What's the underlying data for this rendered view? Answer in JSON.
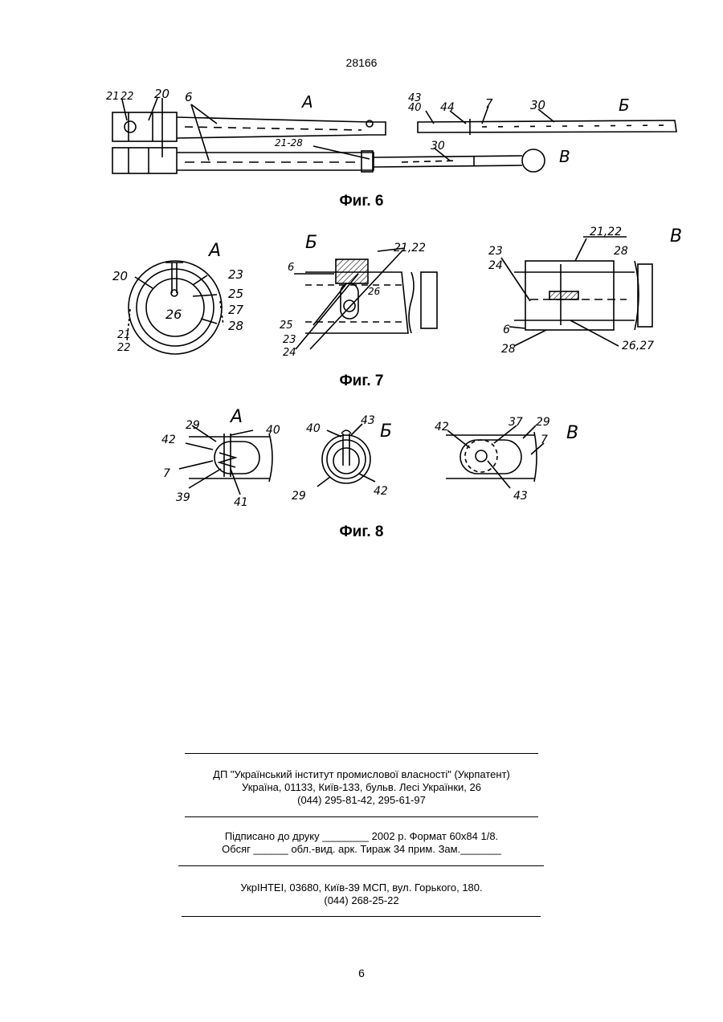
{
  "header": {
    "patent_number": "28166"
  },
  "figures": {
    "fig6": {
      "caption": "Фиг. 6",
      "views": [
        "А",
        "Б",
        "В"
      ],
      "labels": [
        "21",
        "22",
        "20",
        "6",
        "43",
        "40",
        "44",
        "7",
        "30",
        "21-28",
        "30"
      ]
    },
    "fig7": {
      "caption": "Фиг. 7",
      "views": [
        "А",
        "Б",
        "В"
      ],
      "labels_a": [
        "20",
        "23",
        "25",
        "26",
        "27",
        "28",
        "21",
        "22"
      ],
      "labels_b": [
        "6",
        "21,22",
        "26",
        "25",
        "23",
        "24"
      ],
      "labels_c": [
        "21,22",
        "23",
        "24",
        "28",
        "6",
        "28",
        "26,27"
      ]
    },
    "fig8": {
      "caption": "Фиг. 8",
      "views": [
        "А",
        "Б",
        "В"
      ],
      "labels_a": [
        "29",
        "40",
        "42",
        "7",
        "39",
        "41"
      ],
      "labels_b": [
        "40",
        "43",
        "29",
        "42"
      ],
      "labels_c": [
        "42",
        "37",
        "29",
        "7",
        "43"
      ]
    }
  },
  "imprint": {
    "publisher": {
      "line1": "ДП \"Український інститут промислової власності\" (Укрпатент)",
      "line2": "Україна, 01133, Київ-133, бульв. Лесі Українки, 26",
      "line3": "(044) 295-81-42, 295-61-97"
    },
    "print": {
      "line1": "Підписано до друку ________ 2002 р.    Формат 60х84 1/8.",
      "line2": "Обсяг ______ обл.-вид. арк.   Тираж 34 прим.    Зам._______"
    },
    "printer": {
      "line1": "УкрІНТЕІ, 03680, Київ-39 МСП, вул. Горького, 180.",
      "line2": "(044) 268-25-22"
    }
  },
  "footer": {
    "page_number": "6"
  }
}
